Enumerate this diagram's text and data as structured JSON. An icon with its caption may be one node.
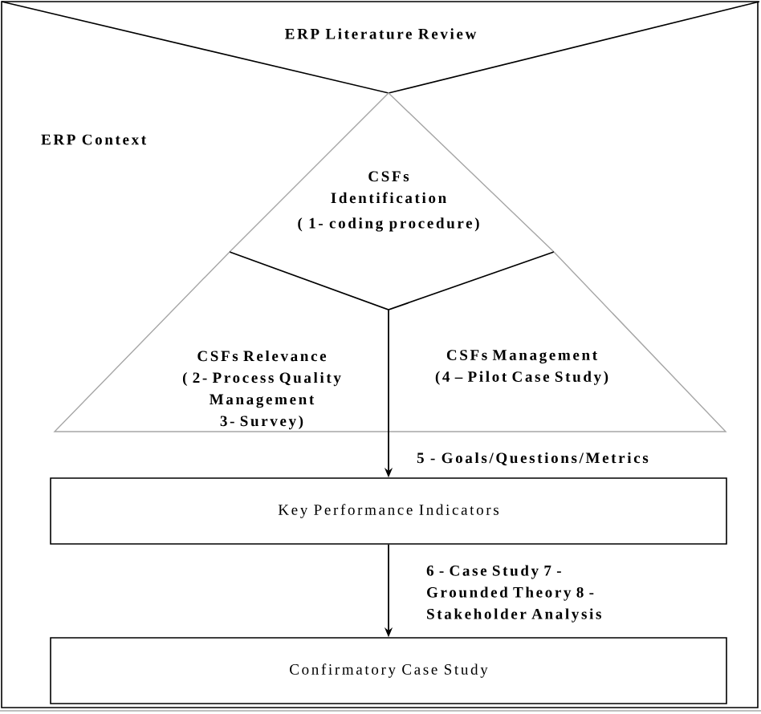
{
  "diagram": {
    "nodes": [
      {
        "text": [
          "ERP Context"
        ]
      },
      {
        "text": [
          "ERP Literature Review"
        ],
        "in": 0
      },
      {
        "text": [
          "CSFs Identification",
          "( 1- coding procedure)"
        ],
        "in": 0
      },
      {
        "text": [
          "CSFs Relevance",
          "( 2- Process Quality Management 3- Survey)"
        ],
        "in": 0
      },
      {
        "text": [
          "CSFs Management",
          "(4 – Pilot Case Study)"
        ],
        "in": 0
      },
      {
        "text": [
          "Key Performance Indicators"
        ],
        "in": 0
      },
      {
        "text": [
          "Confirmatory Case Study"
        ],
        "in": 0
      }
    ],
    "edges": [
      {
        "from": 2,
        "to": 5,
        "arrow": "to",
        "label": "5 - Goals/Questions/Metrics"
      },
      {
        "from": 5,
        "to": 6,
        "arrow": "to",
        "label": "6 - Case Study 7 - Grounded Theory 8 - Stakeholder Analysis"
      }
    ]
  }
}
